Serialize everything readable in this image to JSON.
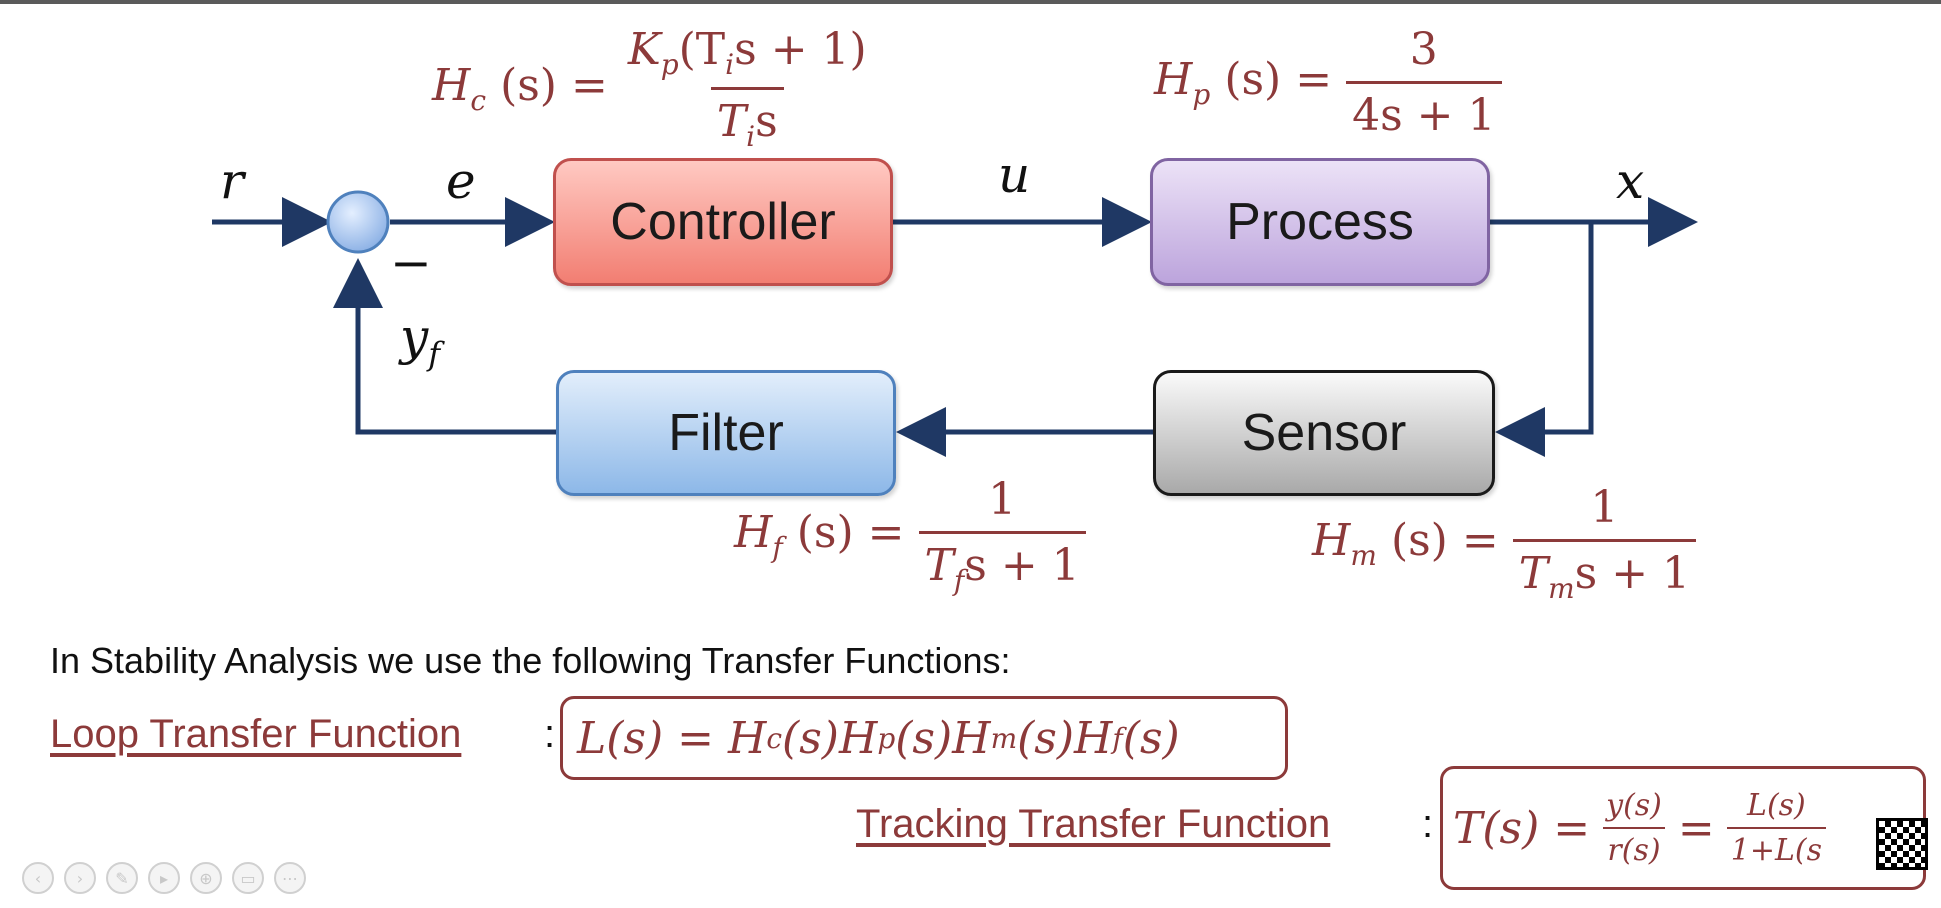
{
  "blocks": {
    "controller": "Controller",
    "process": "Process",
    "filter": "Filter",
    "sensor": "Sensor"
  },
  "signals": {
    "r": "r",
    "e": "e",
    "u": "u",
    "x": "x",
    "y": "y",
    "y_sub": "f",
    "minus": "−"
  },
  "transfer_functions": {
    "controller": {
      "lhs": "H",
      "lhs_sub": "c",
      "lhs_arg": "(s) =",
      "num_pre": "K",
      "num_sub": "p",
      "num_mid": "(T",
      "num_sub2": "i",
      "num_post": "s + 1)",
      "den_pre": "T",
      "den_sub": "i",
      "den_post": "s"
    },
    "process": {
      "lhs": "H",
      "lhs_sub": "p",
      "lhs_arg": "(s) =",
      "num": "3",
      "den": "4s + 1"
    },
    "filter": {
      "lhs": "H",
      "lhs_sub": "f",
      "lhs_arg": "(s) =",
      "num": "1",
      "den_pre": "T",
      "den_sub": "f",
      "den_post": "s + 1"
    },
    "sensor": {
      "lhs": "H",
      "lhs_sub": "m",
      "lhs_arg": "(s) =",
      "num": "1",
      "den_pre": "T",
      "den_sub": "m",
      "den_post": "s + 1"
    }
  },
  "caption": "In Stability Analysis we use the following Transfer Functions:",
  "loop_tf": {
    "label": "Loop Transfer Function",
    "colon": ":",
    "parts": [
      "L(s) = H",
      "c",
      "(s)H",
      "p",
      "(s)H",
      "m",
      "(s)H",
      "f",
      "(s)"
    ]
  },
  "tracking_tf": {
    "label": "Tracking Transfer Function",
    "colon": ":",
    "lhs": "T(s) =",
    "frac1_num": "y(s)",
    "frac1_den": "r(s)",
    "eq": "=",
    "frac2_num": "L(s)",
    "frac2_den": "1+L(s"
  },
  "toolbar_icons": [
    "prev-icon",
    "next-icon",
    "pen-icon",
    "pointer-icon",
    "zoom-icon",
    "screen-icon",
    "menu-icon"
  ],
  "colors": {
    "wire": "#1f3864",
    "formula": "#8c3a3a",
    "controller": "#f27e72",
    "process": "#bca4dc",
    "filter": "#8db8e8",
    "sensor": "#a9a9a9",
    "summer": "#a9c8f0"
  }
}
